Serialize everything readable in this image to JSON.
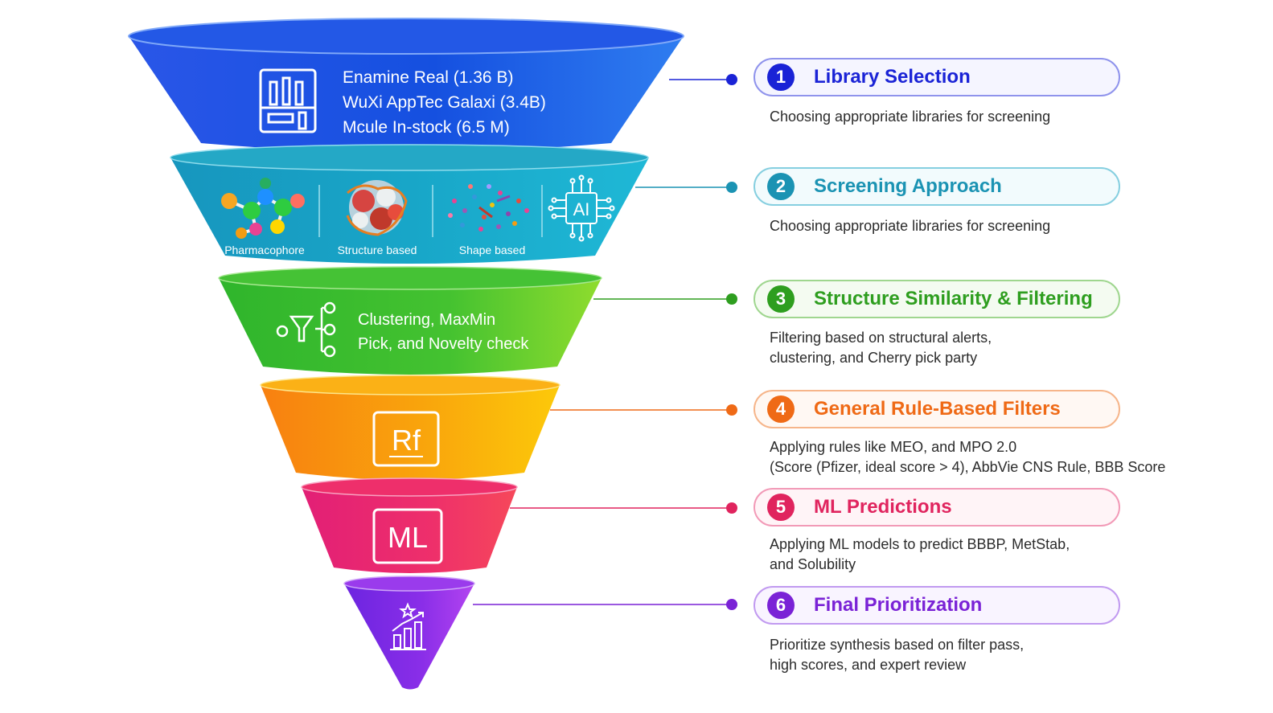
{
  "funnel": {
    "library_lines": [
      "Enamine Real (1.36 B)",
      "WuXi AppTec Galaxi (3.4B)",
      "Mcule In-stock (6.5 M)"
    ],
    "screening_labels": [
      "Pharmacophore",
      "Structure based",
      "Shape based"
    ],
    "ai_icon_text": "AI",
    "similarity_lines": [
      "Clustering, MaxMin",
      "Pick, and Novelty check"
    ],
    "rules_icon_text": "Rf",
    "ml_icon_text": "ML",
    "level_colors": [
      "#1f4fe0",
      "#17a3c6",
      "#3fbf2a",
      "#f79a0d",
      "#e82e78",
      "#8a2be6"
    ]
  },
  "steps": [
    {
      "number": "1",
      "title": "Library Selection",
      "color": "#1a23d6",
      "description": [
        "Choosing appropriate libraries for screening"
      ]
    },
    {
      "number": "2",
      "title": "Screening Approach",
      "color": "#1b93b3",
      "description": [
        "Choosing appropriate libraries for screening"
      ]
    },
    {
      "number": "3",
      "title": "Structure Similarity & Filtering",
      "color": "#2e9e1f",
      "description": [
        "Filtering based on structural alerts,",
        "clustering, and Cherry pick party"
      ]
    },
    {
      "number": "4",
      "title": "General Rule-Based Filters",
      "color": "#ef6a16",
      "description": [
        "Applying rules like MEO, and MPO 2.0",
        "(Score (Pfizer, ideal score > 4), AbbVie CNS Rule, BBB Score"
      ]
    },
    {
      "number": "5",
      "title": "ML Predictions",
      "color": "#e0245e",
      "description": [
        "Applying ML models to predict BBBP, MetStab,",
        "and Solubility"
      ]
    },
    {
      "number": "6",
      "title": "Final Prioritization",
      "color": "#7a22d6",
      "description": [
        "Prioritize synthesis based on filter pass,",
        "high scores, and expert review"
      ]
    }
  ]
}
